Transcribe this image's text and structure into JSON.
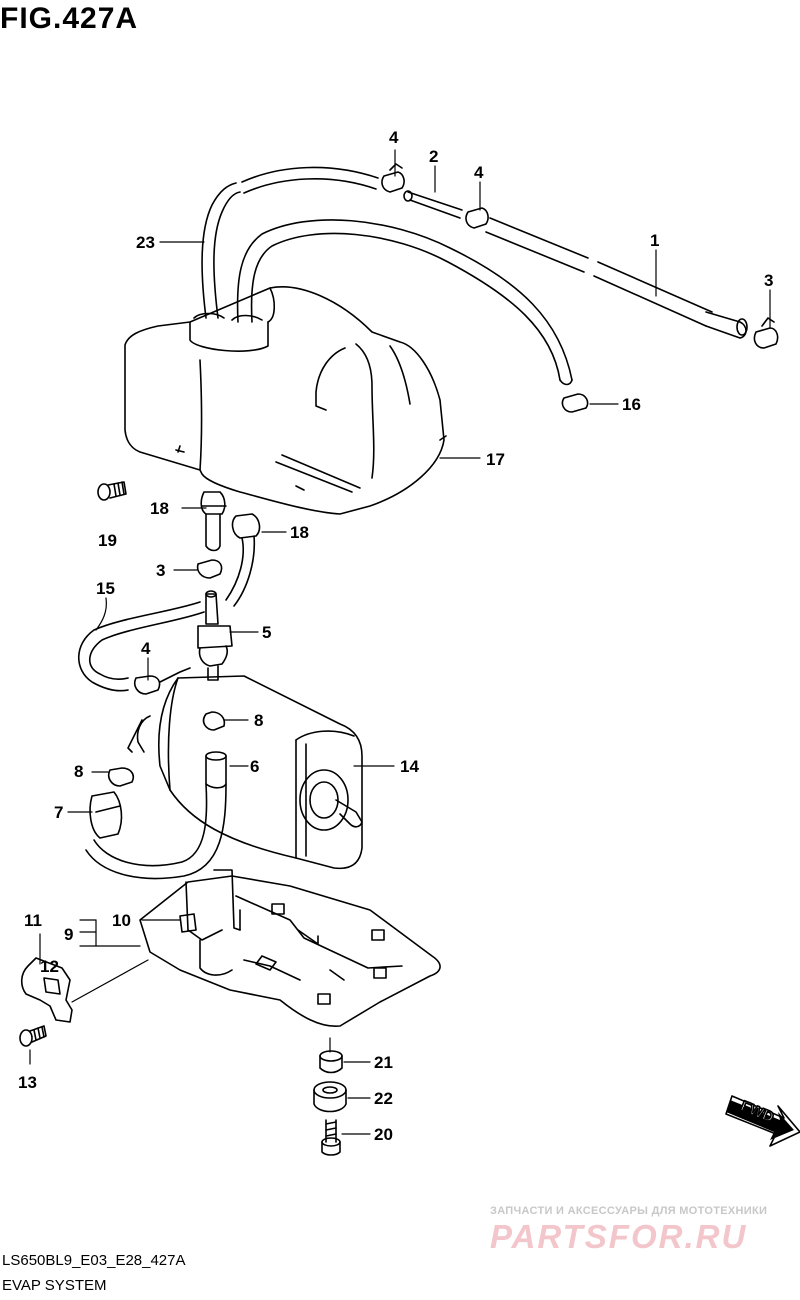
{
  "figure": {
    "title": "FIG.427A",
    "code": "LS650BL9_E03_E28_427A",
    "caption": "EVAP SYSTEM"
  },
  "direction_label": "FWD",
  "watermark": {
    "tagline": "ЗАПЧАСТИ И АКСЕССУАРЫ ДЛЯ МОТОТЕХНИКИ",
    "logo": "PARTSFOR.RU"
  },
  "callouts": {
    "c1": "1",
    "c2": "2",
    "c3a": "3",
    "c3b": "3",
    "c4a": "4",
    "c4b": "4",
    "c4c": "4",
    "c5": "5",
    "c6": "6",
    "c7": "7",
    "c8a": "8",
    "c8b": "8",
    "c9": "9",
    "c10": "10",
    "c11": "11",
    "c12": "12",
    "c13": "13",
    "c14": "14",
    "c15": "15",
    "c16": "16",
    "c17": "17",
    "c18a": "18",
    "c18b": "18",
    "c19": "19",
    "c20": "20",
    "c21": "21",
    "c22": "22",
    "c23": "23"
  }
}
